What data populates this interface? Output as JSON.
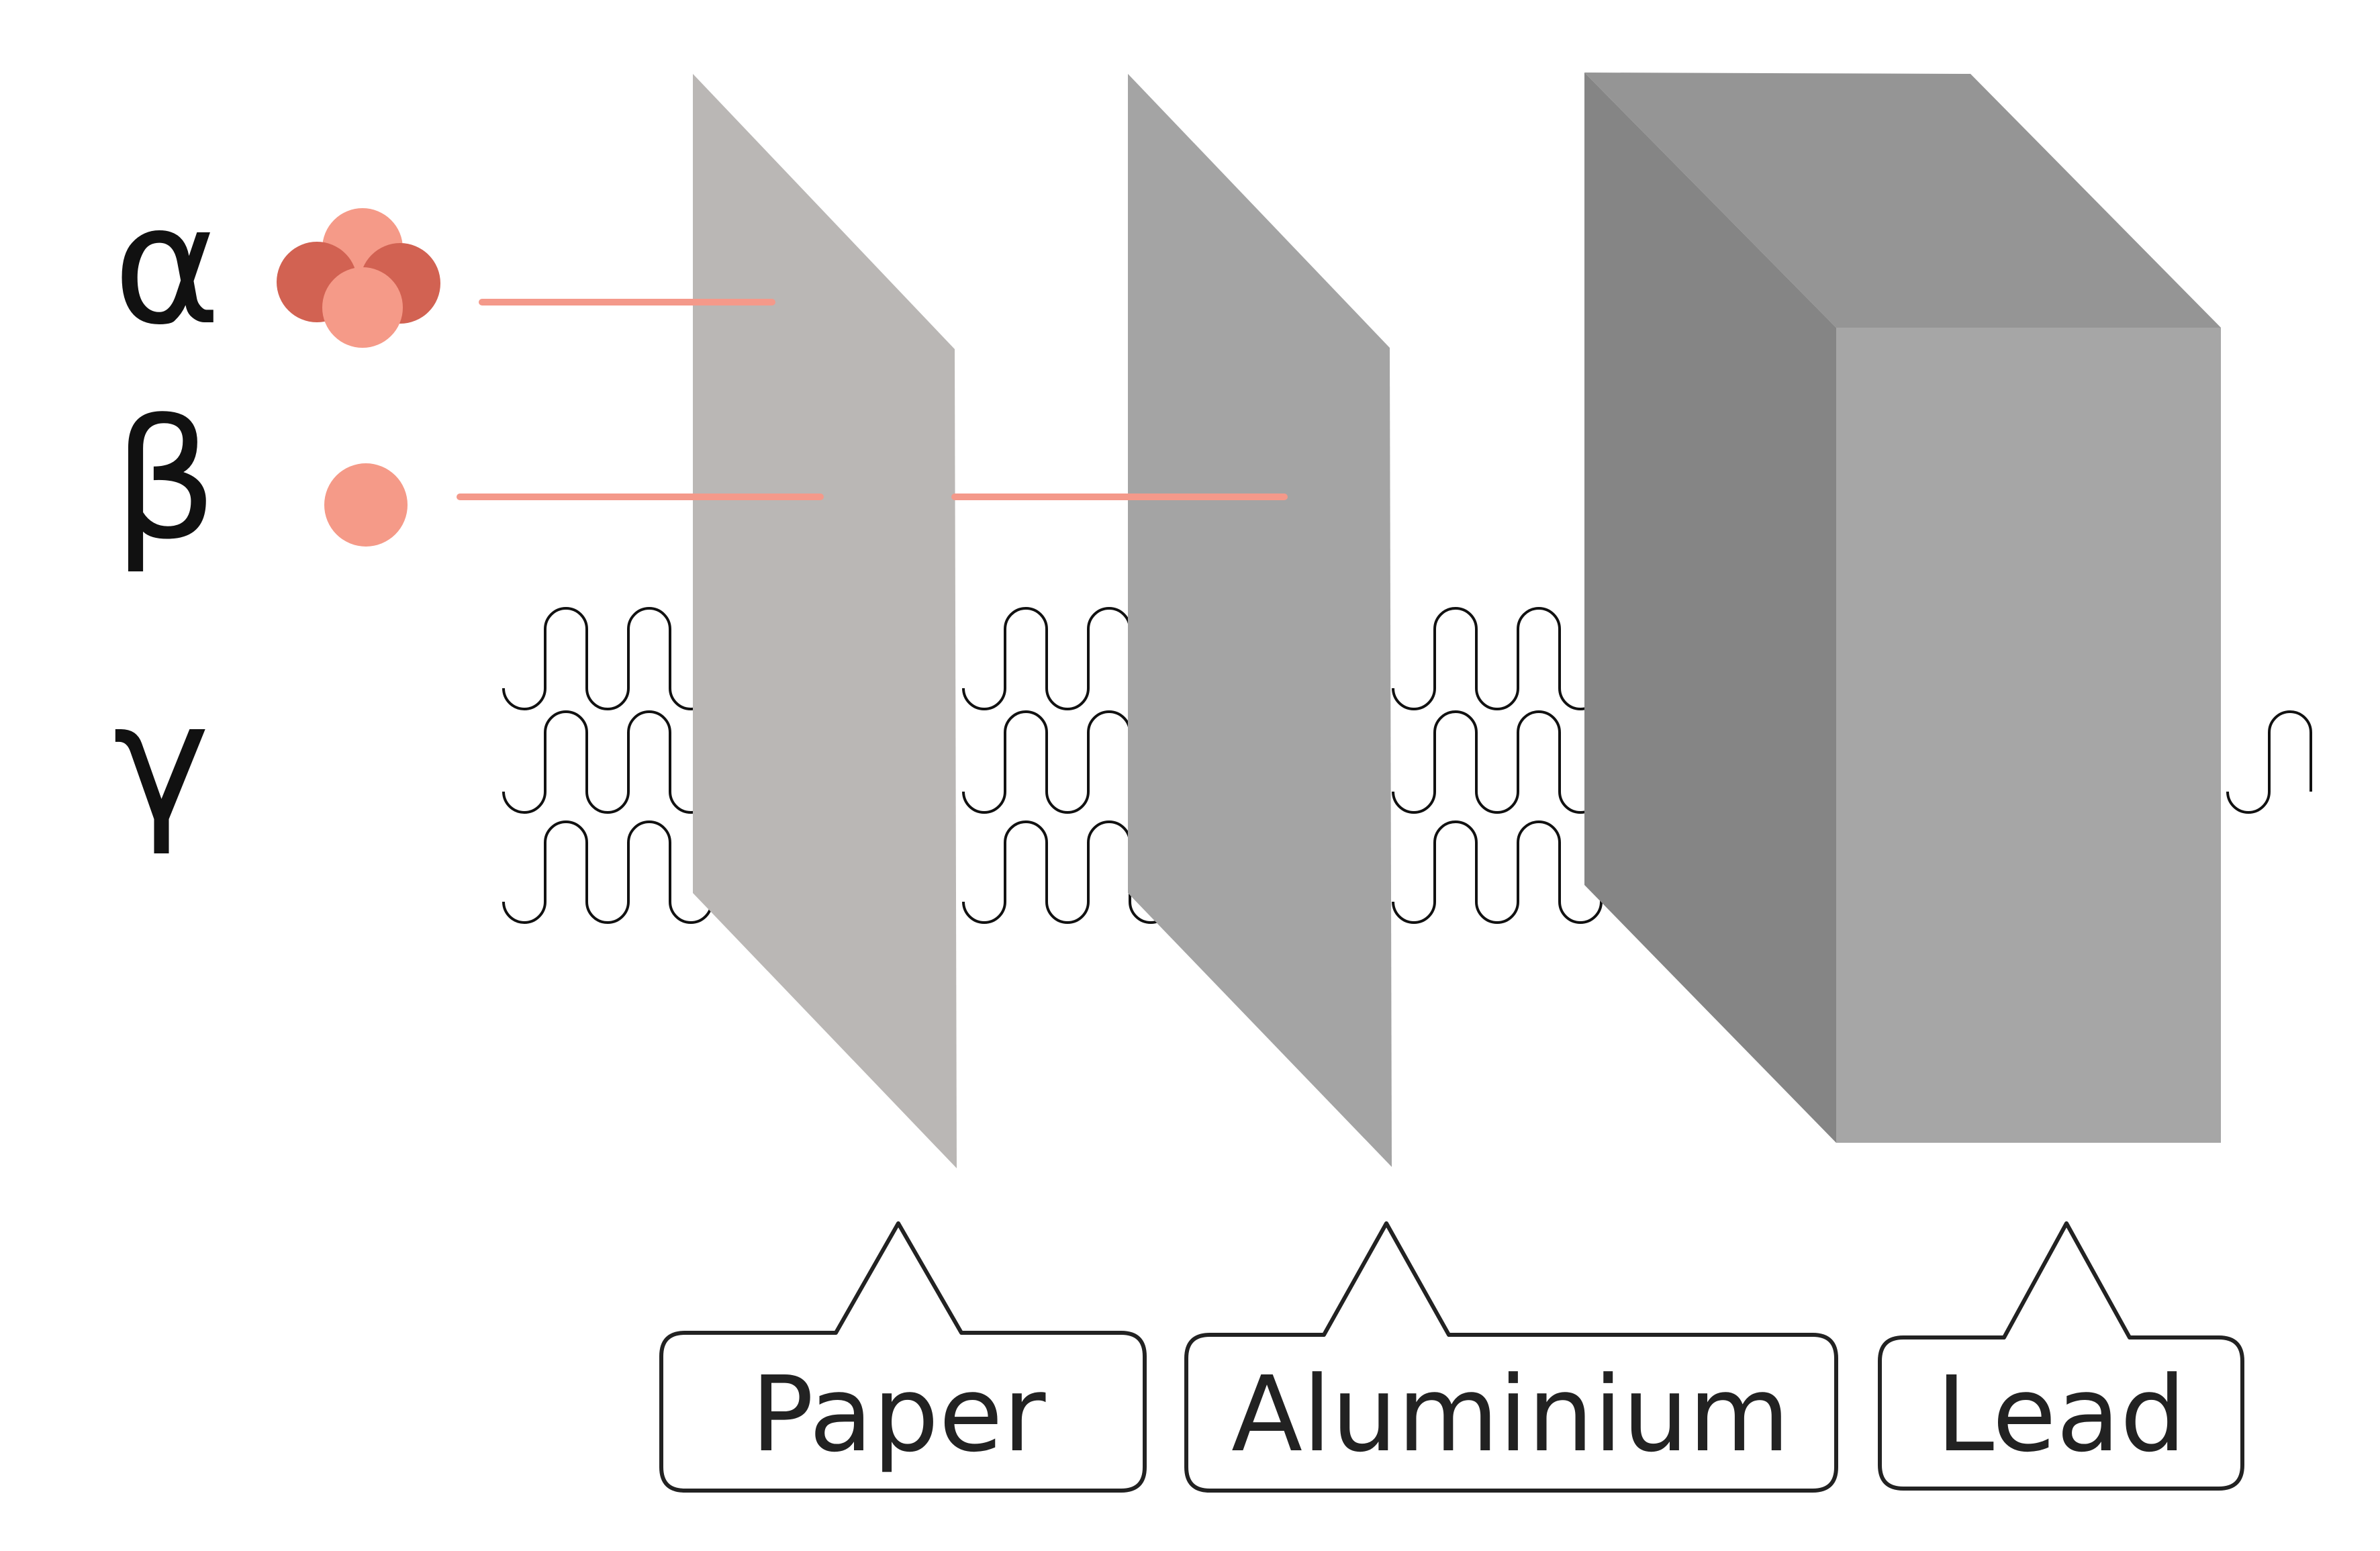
{
  "radiation": {
    "alpha": {
      "symbol": "α"
    },
    "beta": {
      "symbol": "β"
    },
    "gamma": {
      "symbol": "γ"
    }
  },
  "materials": {
    "paper": {
      "label": "Paper"
    },
    "aluminium": {
      "label": "Aluminium"
    },
    "lead": {
      "label": "Lead"
    }
  },
  "colors": {
    "particle_light": "#f59a88",
    "particle_dark": "#d26252",
    "beam": "#f4998a",
    "wave": "#111111",
    "paper_sheet": "#bab7b5",
    "aluminium_sheet": "#a4a4a4",
    "lead_front": "#a6a6a6",
    "lead_side": "#858585",
    "lead_top": "#959595"
  }
}
